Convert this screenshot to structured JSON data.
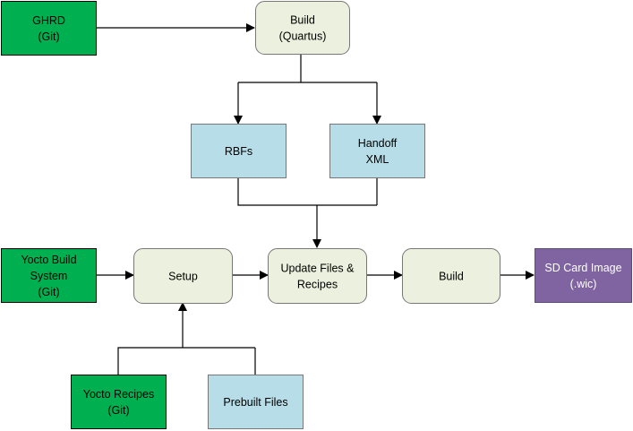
{
  "colors": {
    "green_fill": "#00B050",
    "green_text": "#000000",
    "beige_fill": "#EBF1DE",
    "blue_fill": "#B7DEE8",
    "purple_fill": "#8064A2",
    "purple_text": "#FFFFFF",
    "stroke": "#000000",
    "box_border": "#777777"
  },
  "nodes": {
    "ghrd": {
      "lines": [
        "GHRD",
        "(Git)"
      ]
    },
    "build_quartus": {
      "lines": [
        "Build",
        "(Quartus)"
      ]
    },
    "rbfs": {
      "lines": [
        "RBFs"
      ]
    },
    "handoff_xml": {
      "lines": [
        "Handoff",
        "XML"
      ]
    },
    "yocto_build_system": {
      "lines": [
        "Yocto Build",
        "System",
        "(Git)"
      ]
    },
    "setup": {
      "lines": [
        "Setup"
      ]
    },
    "update_files": {
      "lines": [
        "Update Files &",
        "Recipes"
      ]
    },
    "build": {
      "lines": [
        "Build"
      ]
    },
    "sd_card_image": {
      "lines": [
        "SD Card Image",
        "(.wic)"
      ]
    },
    "yocto_recipes": {
      "lines": [
        "Yocto Recipes",
        "(Git)"
      ]
    },
    "prebuilt_files": {
      "lines": [
        "Prebuilt Files"
      ]
    }
  }
}
